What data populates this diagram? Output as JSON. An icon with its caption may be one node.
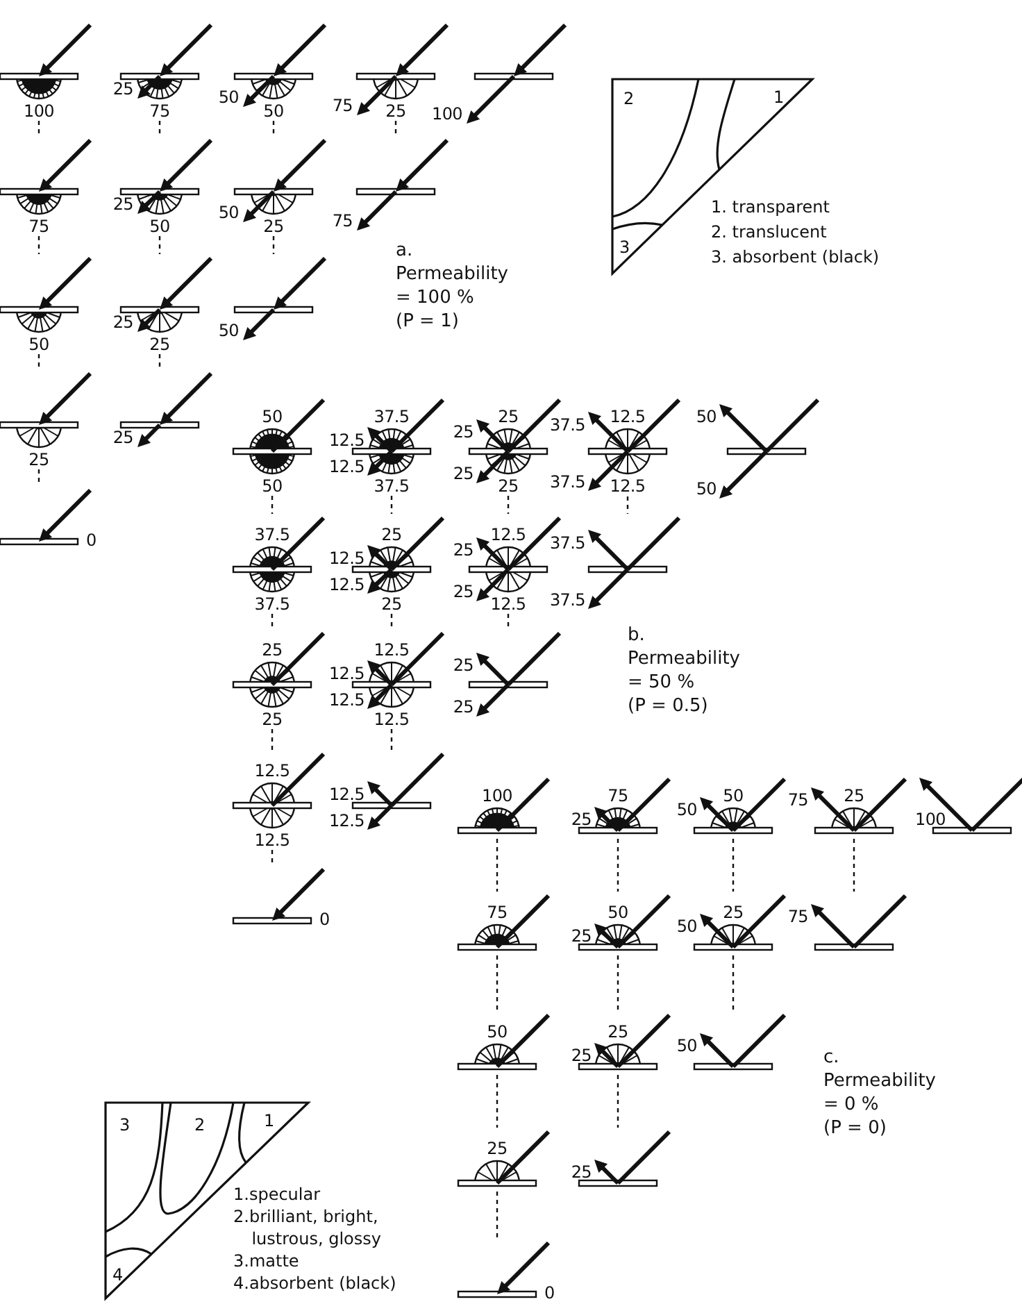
{
  "diagram": {
    "nodes": [
      {
        "text": [
          "100"
        ]
      },
      {
        "text": [
          "25",
          "75"
        ]
      },
      {
        "text": [
          "50",
          "50"
        ]
      },
      {
        "text": [
          "75",
          "25"
        ]
      },
      {
        "text": [
          "100"
        ]
      },
      {
        "text": [
          "75"
        ]
      },
      {
        "text": [
          "25",
          "50"
        ]
      },
      {
        "text": [
          "50",
          "25"
        ]
      },
      {
        "text": [
          "75"
        ]
      },
      {
        "text": [
          "50"
        ]
      },
      {
        "text": [
          "25",
          "25"
        ]
      },
      {
        "text": [
          "50"
        ]
      },
      {
        "text": [
          "25"
        ]
      },
      {
        "text": [
          "25"
        ]
      },
      {
        "text": [
          "0"
        ]
      },
      {
        "text": [
          "50",
          "50"
        ]
      },
      {
        "text": [
          "37.5",
          "12.5",
          "12.5",
          "37.5"
        ]
      },
      {
        "text": [
          "25",
          "25",
          "25",
          "25"
        ]
      },
      {
        "text": [
          "12.5",
          "37.5",
          "37.5",
          "12.5"
        ]
      },
      {
        "text": [
          "50",
          "50"
        ]
      },
      {
        "text": [
          "37.5",
          "37.5"
        ]
      },
      {
        "text": [
          "25",
          "12.5",
          "12.5",
          "25"
        ]
      },
      {
        "text": [
          "12.5",
          "25",
          "25",
          "12.5"
        ]
      },
      {
        "text": [
          "37.5",
          "37.5"
        ]
      },
      {
        "text": [
          "25",
          "25"
        ]
      },
      {
        "text": [
          "12.5",
          "12.5",
          "12.5",
          "12.5"
        ]
      },
      {
        "text": [
          "25",
          "25"
        ]
      },
      {
        "text": [
          "12.5",
          "12.5"
        ]
      },
      {
        "text": [
          "12.5",
          "12.5"
        ]
      },
      {
        "text": [
          "0"
        ]
      },
      {
        "text": [
          "100"
        ]
      },
      {
        "text": [
          "25",
          "75"
        ]
      },
      {
        "text": [
          "50",
          "50"
        ]
      },
      {
        "text": [
          "75",
          "25"
        ]
      },
      {
        "text": [
          "100"
        ]
      },
      {
        "text": [
          "75"
        ]
      },
      {
        "text": [
          "25",
          "50"
        ]
      },
      {
        "text": [
          "50",
          "25"
        ]
      },
      {
        "text": [
          "75"
        ]
      },
      {
        "text": [
          "50"
        ]
      },
      {
        "text": [
          "25",
          "25"
        ]
      },
      {
        "text": [
          "50"
        ]
      },
      {
        "text": [
          "25"
        ]
      },
      {
        "text": [
          "25"
        ]
      },
      {
        "text": [
          "0"
        ]
      }
    ],
    "edges": [
      {
        "from": 0,
        "to": 5,
        "arrow": "none",
        "style": "dashed"
      },
      {
        "from": 5,
        "to": 9,
        "arrow": "none",
        "style": "dashed"
      },
      {
        "from": 9,
        "to": 12,
        "arrow": "none",
        "style": "dashed"
      },
      {
        "from": 12,
        "to": 14,
        "arrow": "none",
        "style": "dashed"
      },
      {
        "from": 1,
        "to": 6,
        "arrow": "none",
        "style": "dashed"
      },
      {
        "from": 6,
        "to": 10,
        "arrow": "none",
        "style": "dashed"
      },
      {
        "from": 10,
        "to": 13,
        "arrow": "none",
        "style": "dashed"
      },
      {
        "from": 2,
        "to": 7,
        "arrow": "none",
        "style": "dashed"
      },
      {
        "from": 7,
        "to": 11,
        "arrow": "none",
        "style": "dashed"
      },
      {
        "from": 3,
        "to": 8,
        "arrow": "none",
        "style": "dashed"
      },
      {
        "from": 15,
        "to": 20,
        "arrow": "none",
        "style": "dashed"
      },
      {
        "from": 20,
        "to": 24,
        "arrow": "none",
        "style": "dashed"
      },
      {
        "from": 24,
        "to": 27,
        "arrow": "none",
        "style": "dashed"
      },
      {
        "from": 27,
        "to": 29,
        "arrow": "none",
        "style": "dashed"
      },
      {
        "from": 16,
        "to": 21,
        "arrow": "none",
        "style": "dashed"
      },
      {
        "from": 21,
        "to": 25,
        "arrow": "none",
        "style": "dashed"
      },
      {
        "from": 25,
        "to": 28,
        "arrow": "none",
        "style": "dashed"
      },
      {
        "from": 17,
        "to": 22,
        "arrow": "none",
        "style": "dashed"
      },
      {
        "from": 22,
        "to": 26,
        "arrow": "none",
        "style": "dashed"
      },
      {
        "from": 18,
        "to": 23,
        "arrow": "none",
        "style": "dashed"
      },
      {
        "from": 30,
        "to": 35,
        "arrow": "none",
        "style": "dashed"
      },
      {
        "from": 35,
        "to": 39,
        "arrow": "none",
        "style": "dashed"
      },
      {
        "from": 39,
        "to": 42,
        "arrow": "none",
        "style": "dashed"
      },
      {
        "from": 42,
        "to": 44,
        "arrow": "none",
        "style": "dashed"
      },
      {
        "from": 31,
        "to": 36,
        "arrow": "none",
        "style": "dashed"
      },
      {
        "from": 36,
        "to": 40,
        "arrow": "none",
        "style": "dashed"
      },
      {
        "from": 40,
        "to": 43,
        "arrow": "none",
        "style": "dashed"
      },
      {
        "from": 32,
        "to": 37,
        "arrow": "none",
        "style": "dashed"
      },
      {
        "from": 37,
        "to": 41,
        "arrow": "none",
        "style": "dashed"
      },
      {
        "from": 33,
        "to": 38,
        "arrow": "none",
        "style": "dashed"
      }
    ],
    "labels": [
      "2",
      "1",
      "1. transparent",
      "2. translucent",
      "3",
      "3. absorbent (black)",
      "a.",
      "Permeability",
      "= 100 %",
      "(P = 1)",
      "b.",
      "Permeability",
      "= 50 %",
      "(P = 0.5)",
      "c.",
      "Permeability",
      "= 0 %",
      "3",
      "2",
      "1",
      "(P = 0)",
      "1.specular",
      "2.brilliant, bright, lustrous, glossy",
      "4",
      "3.matte",
      "4.absorbent (black)"
    ]
  }
}
